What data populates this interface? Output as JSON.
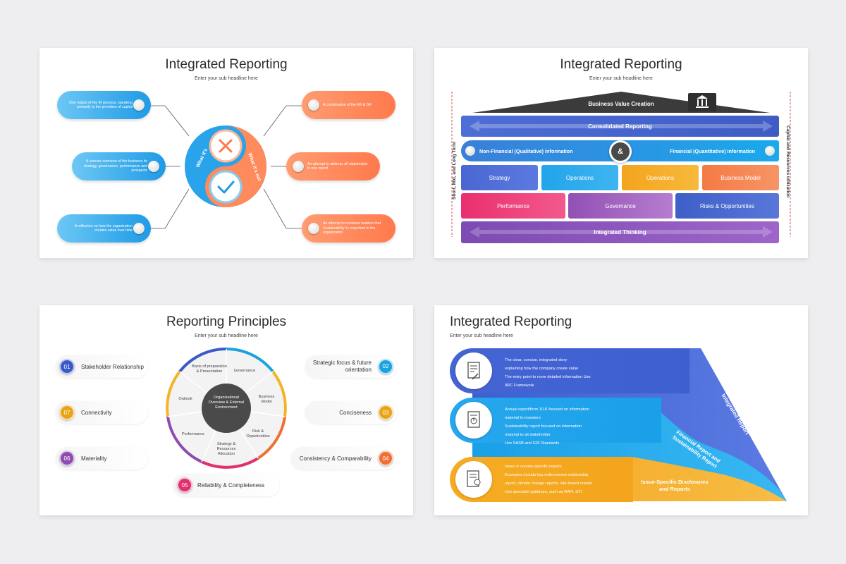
{
  "slide1": {
    "title": "Integrated Reporting",
    "subtitle": "Enter your sub headline here",
    "left_items": [
      "One output of the IR process, speaking primarily to the providers of capital",
      "A concise overview of the business its strategy, governance, performance and prospects",
      "A reflection on how the organization creates value over time"
    ],
    "right_items": [
      "A combination of the AR & SR",
      "An attempt to address all stakeholder in one report",
      "An attempt to convince readers that 'sustainability' is important to the organization"
    ],
    "left_label": "What it's",
    "right_label": "What it's not"
  },
  "slide2": {
    "title": "Integrated Reporting",
    "subtitle": "Enter your sub headline here",
    "roof": "Business Value Creation",
    "consolidated": "Consolidated Reporting",
    "nonfinancial": "Non-Financial (Qualitative) information",
    "ampersand": "&",
    "financial": "Financial (Quantitative) Information",
    "row1": [
      "Strategy",
      "Operations",
      "Operations",
      "Business Model"
    ],
    "row2": [
      "Performance",
      "Governance",
      "Risks & Opportunities"
    ],
    "integrated": "Integrated Thinking",
    "left_axis": "Short, Mid, and Long Term",
    "right_axis": "Capital and Resources utilization"
  },
  "slide3": {
    "title": "Reporting Principles",
    "subtitle": "Enter your sub headline here",
    "principles": [
      {
        "num": "01",
        "label": "Stakeholder Relationship",
        "color": "#3a5bc7"
      },
      {
        "num": "02",
        "label": "Strategic focus & future orientation",
        "color": "#1aa3e0"
      },
      {
        "num": "07",
        "label": "Connectivity",
        "color": "#e8a317"
      },
      {
        "num": "03",
        "label": "Conciseness",
        "color": "#e8a317"
      },
      {
        "num": "06",
        "label": "Materiality",
        "color": "#8e4bb0"
      },
      {
        "num": "04",
        "label": "Consistency & Comparability",
        "color": "#f07033"
      },
      {
        "num": "05",
        "label": "Reliability & Completeness",
        "color": "#e0306e"
      }
    ],
    "center": "Organizational Overview & External Environment",
    "segments": [
      "Basis of preparation & Presentation",
      "Governance",
      "Business Model",
      "Risk & Opportunities",
      "Strategy & Resources Allocation",
      "Performance",
      "Outlook"
    ]
  },
  "slide4": {
    "title": "Integrated Reporting",
    "subtitle": "Enter your sub headline here",
    "band1": [
      "The clear, concise, integrated story",
      "explaining how the company create value",
      "The entry point to more detailed information Use",
      "IIRC Framework"
    ],
    "band2": [
      "Annual report/form 10-K focused on information",
      "material to investors",
      "Sustainability report focused on information",
      "material to all stakeholder",
      "Use SASB and GRI Standards"
    ],
    "band3": [
      "Issue or country-specific reports",
      "Examples include law enforcement relationship",
      "report, climate change reports, site-based reports",
      "Use specialist guidance, such as RAFI, GTI"
    ],
    "layer1": "Integrated Report",
    "layer2": "Financial Report and Sustainability Report",
    "layer3": "Issue-Specific Disclosures and Reports"
  }
}
